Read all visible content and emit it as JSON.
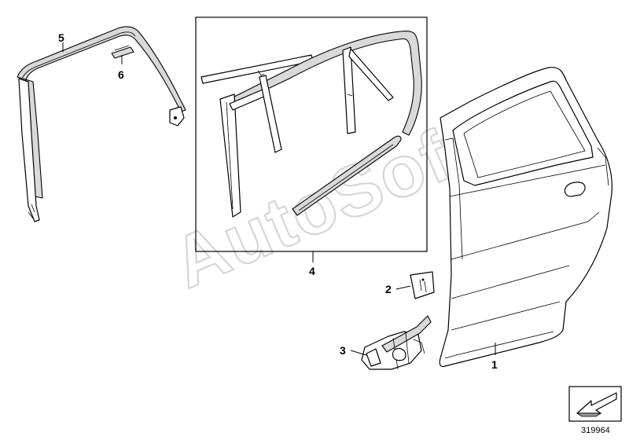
{
  "callouts": {
    "p1": "1",
    "p2": "2",
    "p3": "3",
    "p4": "4",
    "p5": "5",
    "p6": "6"
  },
  "watermark": "AutoSoft",
  "diagram_number": "319964"
}
